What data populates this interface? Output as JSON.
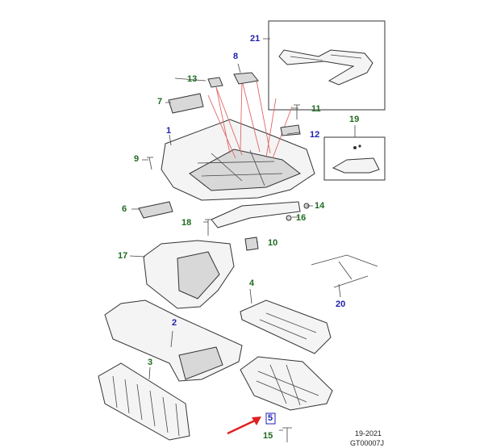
{
  "callouts": [
    {
      "id": "1",
      "label": "1",
      "color": "blue"
    },
    {
      "id": "2",
      "label": "2",
      "color": "blue"
    },
    {
      "id": "3",
      "label": "3",
      "color": "green"
    },
    {
      "id": "4",
      "label": "4",
      "color": "green"
    },
    {
      "id": "5",
      "label": "5",
      "color": "blue"
    },
    {
      "id": "6",
      "label": "6",
      "color": "green"
    },
    {
      "id": "7",
      "label": "7",
      "color": "green"
    },
    {
      "id": "8",
      "label": "8",
      "color": "blue"
    },
    {
      "id": "9",
      "label": "9",
      "color": "green"
    },
    {
      "id": "10",
      "label": "10",
      "color": "green"
    },
    {
      "id": "11",
      "label": "11",
      "color": "green"
    },
    {
      "id": "12",
      "label": "12",
      "color": "blue"
    },
    {
      "id": "13",
      "label": "13",
      "color": "green"
    },
    {
      "id": "14",
      "label": "14",
      "color": "green"
    },
    {
      "id": "15",
      "label": "15",
      "color": "green"
    },
    {
      "id": "16",
      "label": "16",
      "color": "green"
    },
    {
      "id": "17",
      "label": "17",
      "color": "green"
    },
    {
      "id": "18",
      "label": "18",
      "color": "green"
    },
    {
      "id": "19",
      "label": "19",
      "color": "green"
    },
    {
      "id": "20",
      "label": "20",
      "color": "blue"
    },
    {
      "id": "21",
      "label": "21",
      "color": "blue"
    }
  ],
  "footer": {
    "date": "19-2021",
    "code": "GT00007J"
  },
  "colors": {
    "blue_label": "#1f1fb0",
    "green_label": "#1f6b1f",
    "highlight_arrow": "#e02020",
    "leader_red": "#e06666"
  },
  "highlight": {
    "target": "5"
  }
}
